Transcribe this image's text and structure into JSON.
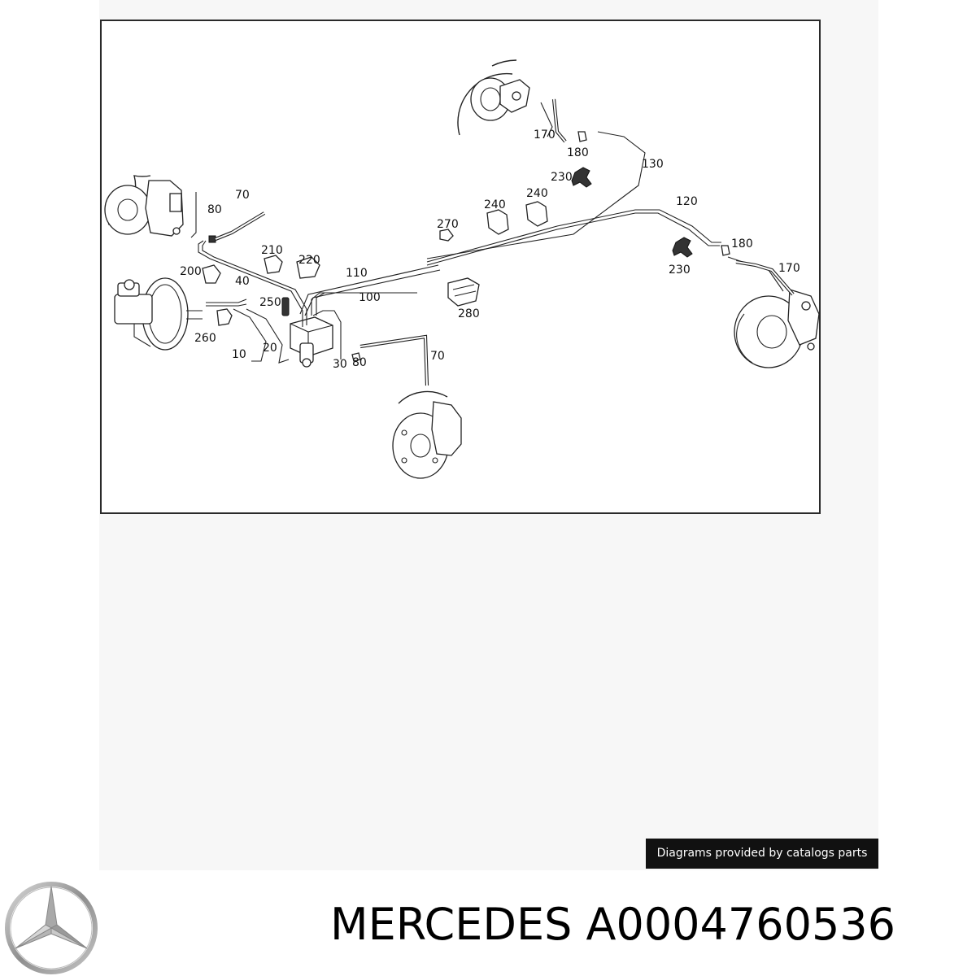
{
  "diagram": {
    "callouts": [
      {
        "id": "c170a",
        "text": "170"
      },
      {
        "id": "c180a",
        "text": "180"
      },
      {
        "id": "c130",
        "text": "130"
      },
      {
        "id": "c230a",
        "text": "230"
      },
      {
        "id": "c240a",
        "text": "240"
      },
      {
        "id": "c240b",
        "text": "240"
      },
      {
        "id": "c120",
        "text": "120"
      },
      {
        "id": "c270",
        "text": "270"
      },
      {
        "id": "c70a",
        "text": "70"
      },
      {
        "id": "c80a",
        "text": "80"
      },
      {
        "id": "c210",
        "text": "210"
      },
      {
        "id": "c220",
        "text": "220"
      },
      {
        "id": "c200",
        "text": "200"
      },
      {
        "id": "c40",
        "text": "40"
      },
      {
        "id": "c110",
        "text": "110"
      },
      {
        "id": "c100",
        "text": "100"
      },
      {
        "id": "c250",
        "text": "250"
      },
      {
        "id": "c280",
        "text": "280"
      },
      {
        "id": "c260",
        "text": "260"
      },
      {
        "id": "c10",
        "text": "10"
      },
      {
        "id": "c20",
        "text": "20"
      },
      {
        "id": "c30",
        "text": "30"
      },
      {
        "id": "c80b",
        "text": "80"
      },
      {
        "id": "c70b",
        "text": "70"
      },
      {
        "id": "c180b",
        "text": "180"
      },
      {
        "id": "c230b",
        "text": "230"
      },
      {
        "id": "c170b",
        "text": "170"
      }
    ]
  },
  "credit": "Diagrams provided by catalogs parts",
  "brand": {
    "name": "MERCEDES",
    "part_number": "A0004760536"
  },
  "logo_icon": "mercedes-star-icon"
}
